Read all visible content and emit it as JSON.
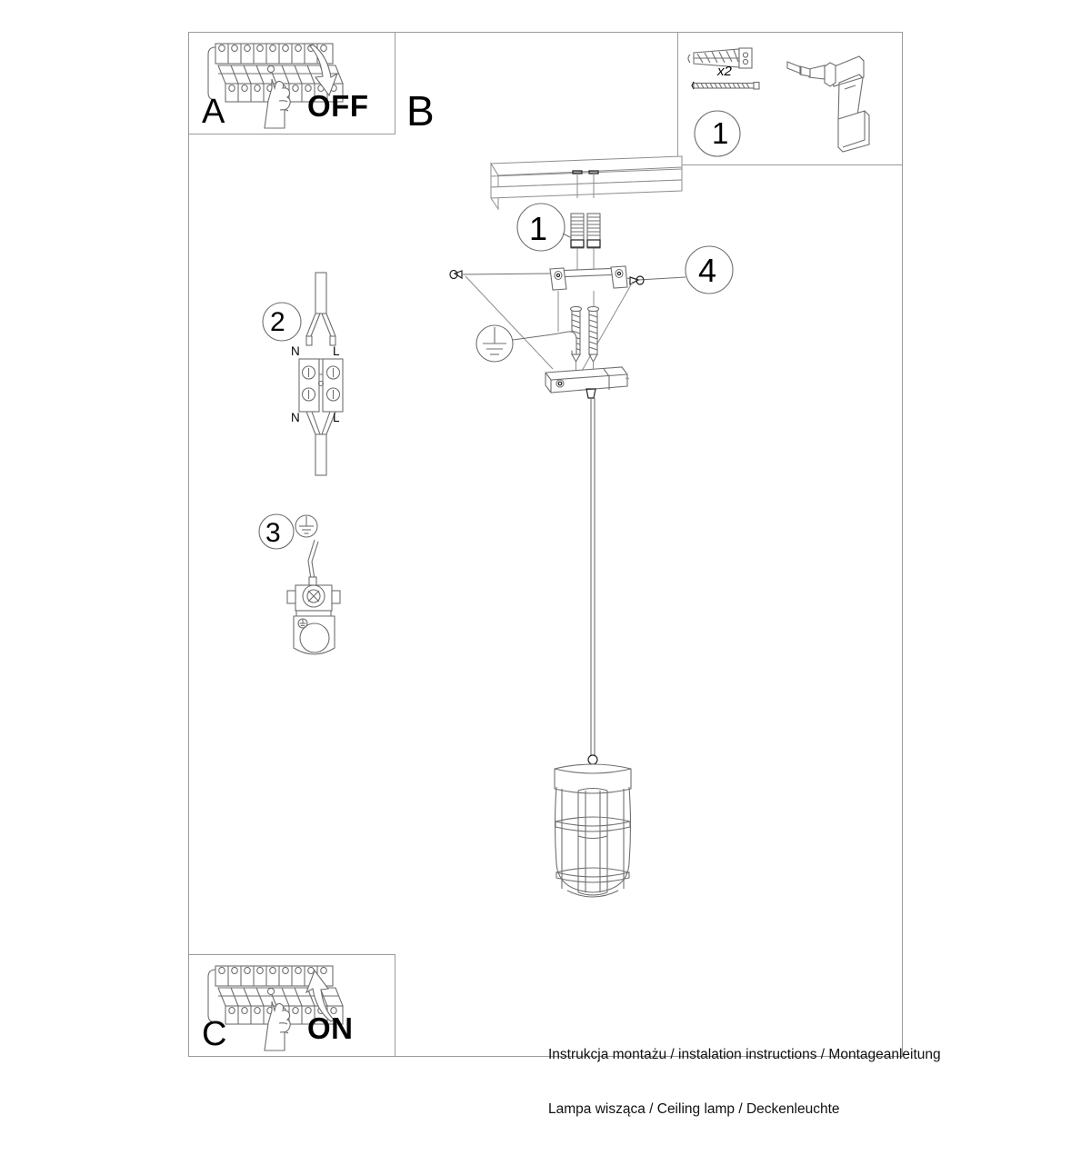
{
  "document": {
    "type": "assembly-instruction-sheet",
    "caption_line1": "Instrukcja montażu / instalation instructions / Montageanleitung",
    "caption_line2": "Lampa wisząca / Ceiling lamp / Deckenleuchte",
    "stroke_color": "#6f6f6f",
    "frame_color": "#9a9a9a",
    "text_color": "#000000",
    "background": "#ffffff"
  },
  "panels": {
    "a": {
      "letter": "A",
      "action_label": "OFF",
      "icon": "circuit-breaker-panel",
      "hand": "hand-pressing-switch",
      "arrow": "arrow-down"
    },
    "b": {
      "letter": "B",
      "description": "main installation view"
    },
    "c": {
      "letter": "C",
      "action_label": "ON",
      "icon": "circuit-breaker-panel",
      "hand": "hand-pressing-switch",
      "arrow": "arrow-up"
    },
    "parts": {
      "quantity_label": "x2",
      "step_number": "1",
      "items": [
        "wall-plug",
        "screw",
        "power-drill"
      ]
    }
  },
  "steps": {
    "step1": {
      "number": "1",
      "target": "wall-plugs-into-ceiling"
    },
    "step2": {
      "number": "2",
      "target": "terminal-block-wiring"
    },
    "step3": {
      "number": "3",
      "target": "earth-wire-terminal"
    },
    "step4": {
      "number": "4",
      "target": "bracket-fixing-screws"
    }
  },
  "wiring": {
    "top_left": "N",
    "top_right": "L",
    "bottom_left": "N",
    "bottom_right": "L"
  },
  "product": {
    "name": "cage-pendant-lamp",
    "parts": [
      "ceiling-slab",
      "mounting-bracket",
      "canopy",
      "suspension-cable",
      "cage-shade"
    ]
  }
}
